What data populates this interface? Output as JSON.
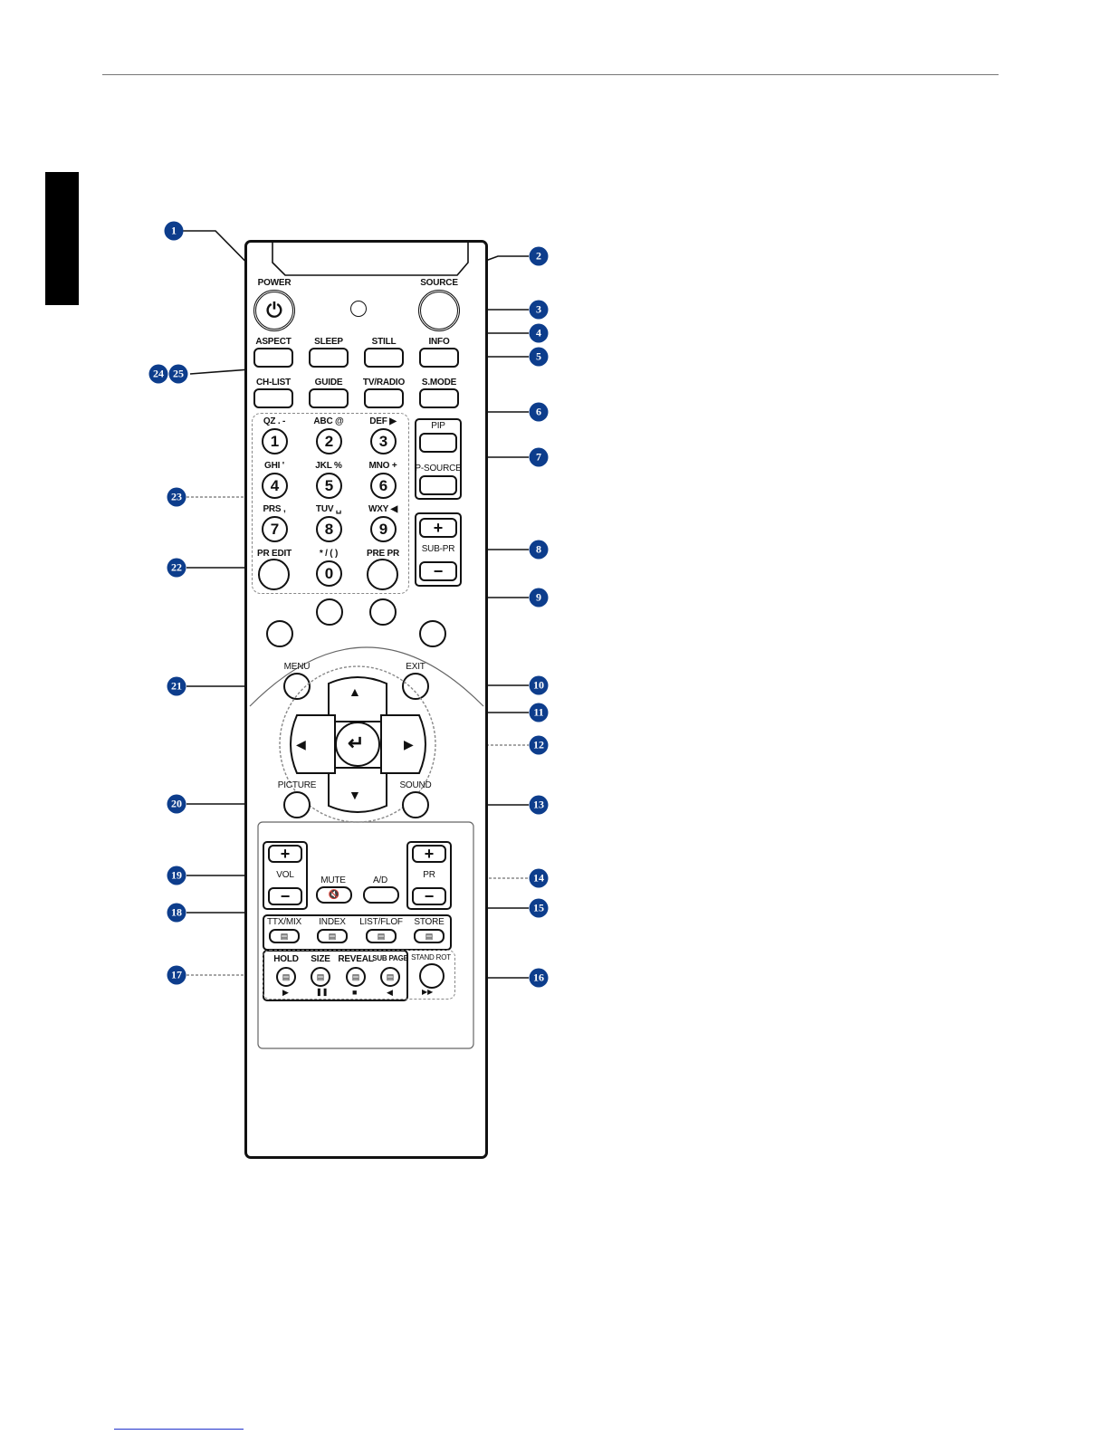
{
  "labels": {
    "power": "POWER",
    "source": "SOURCE",
    "aspect": "ASPECT",
    "sleep": "SLEEP",
    "still": "STILL",
    "info": "INFO",
    "ch_list": "CH-LIST",
    "guide": "GUIDE",
    "tv_radio": "TV/RADIO",
    "s_mode": "S.MODE",
    "pip": "PIP",
    "p_source": "P-SOURCE",
    "sub_pr": "SUB-PR",
    "pr_edit": "PR EDIT",
    "pre_pr": "PRE PR",
    "menu": "MENU",
    "exit": "EXIT",
    "picture": "PICTURE",
    "sound": "SOUND",
    "vol": "VOL",
    "pr": "PR",
    "mute": "MUTE",
    "ad": "A/D",
    "ttx_mix": "TTX/MIX",
    "index": "INDEX",
    "list_flof": "LIST/FLOF",
    "store": "STORE",
    "hold": "HOLD",
    "size": "SIZE",
    "reveal": "REVEAL",
    "sub_page": "SUB PAGE",
    "stand_rot": "STAND ROT"
  },
  "number_keys": [
    {
      "digit": "1",
      "letters": "QZ . -"
    },
    {
      "digit": "2",
      "letters": "ABC @"
    },
    {
      "digit": "3",
      "letters": "DEF ▶"
    },
    {
      "digit": "4",
      "letters": "GHI '"
    },
    {
      "digit": "5",
      "letters": "JKL %"
    },
    {
      "digit": "6",
      "letters": "MNO +"
    },
    {
      "digit": "7",
      "letters": "PRS ,"
    },
    {
      "digit": "8",
      "letters": "TUV ␣"
    },
    {
      "digit": "9",
      "letters": "WXY ◀"
    },
    {
      "digit": "0",
      "letters": "* / ( )"
    }
  ],
  "glyphs": {
    "power": "⏻",
    "plus": "+",
    "minus": "−",
    "up": "▲",
    "down": "▼",
    "left": "◀",
    "right": "▶",
    "enter": "↵",
    "mute": "🔇",
    "play": "▶",
    "pause": "❚❚",
    "stop": "■",
    "back": "◀",
    "ffwd": "▶▶",
    "ttx_icon": "▤",
    "index_icon": "▤",
    "list_icon": "▤",
    "store_icon": "▤",
    "hold_icon": "▤",
    "size_icon": "▤",
    "reveal_icon": "▤",
    "subpage_icon": "▤"
  },
  "callouts": [
    "1",
    "2",
    "3",
    "4",
    "5",
    "6",
    "7",
    "8",
    "9",
    "10",
    "11",
    "12",
    "13",
    "14",
    "15",
    "16",
    "17",
    "18",
    "19",
    "20",
    "21",
    "22",
    "23",
    "24",
    "25"
  ],
  "colors": {
    "callout": "#0d3d8c",
    "outline": "#111111",
    "dashed": "#888888"
  }
}
